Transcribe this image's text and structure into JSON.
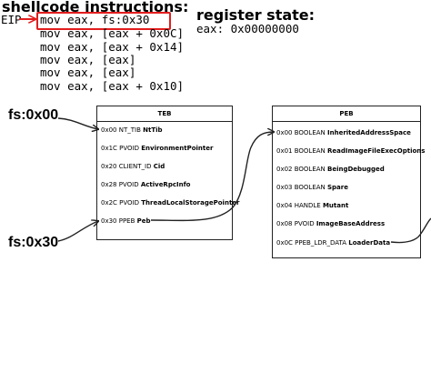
{
  "code": {
    "title": "shellcode instructions:",
    "eip_label": "EIP",
    "instructions": [
      "mov eax, fs:0x30",
      "mov eax, [eax + 0x0C]",
      "mov eax, [eax + 0x14]",
      "mov eax, [eax]",
      "mov eax, [eax]",
      "mov eax, [eax + 0x10]"
    ]
  },
  "registers": {
    "title": "register state:",
    "eax": "eax: 0x00000000"
  },
  "labels": {
    "fs_top": "fs:0x00",
    "fs_bottom": "fs:0x30"
  },
  "teb": {
    "title": "TEB",
    "fields": [
      {
        "prefix": "0x00 NT_TIB ",
        "name": "NtTib"
      },
      {
        "prefix": "0x1C PVOID ",
        "name": "EnvironmentPointer"
      },
      {
        "prefix": "0x20 CLIENT_ID ",
        "name": "Cid"
      },
      {
        "prefix": "0x28 PVOID ",
        "name": "ActiveRpcInfo"
      },
      {
        "prefix": "0x2C PVOID ",
        "name": "ThreadLocalStoragePointer"
      },
      {
        "prefix": "0x30 PPEB ",
        "name": "Peb"
      }
    ]
  },
  "peb": {
    "title": "PEB",
    "fields": [
      {
        "prefix": "0x00 BOOLEAN ",
        "name": "InheritedAddressSpace"
      },
      {
        "prefix": "0x01 BOOLEAN ",
        "name": "ReadImageFileExecOptions"
      },
      {
        "prefix": "0x02 BOOLEAN ",
        "name": "BeingDebugged"
      },
      {
        "prefix": "0x03 BOOLEAN ",
        "name": "Spare"
      },
      {
        "prefix": "0x04 HANDLE ",
        "name": "Mutant"
      },
      {
        "prefix": "0x08 PVOID ",
        "name": "ImageBaseAddress"
      },
      {
        "prefix": "0x0C PPEB_LDR_DATA ",
        "name": "LoaderData"
      }
    ]
  },
  "colors": {
    "eip_highlight": "#e21d1d"
  }
}
